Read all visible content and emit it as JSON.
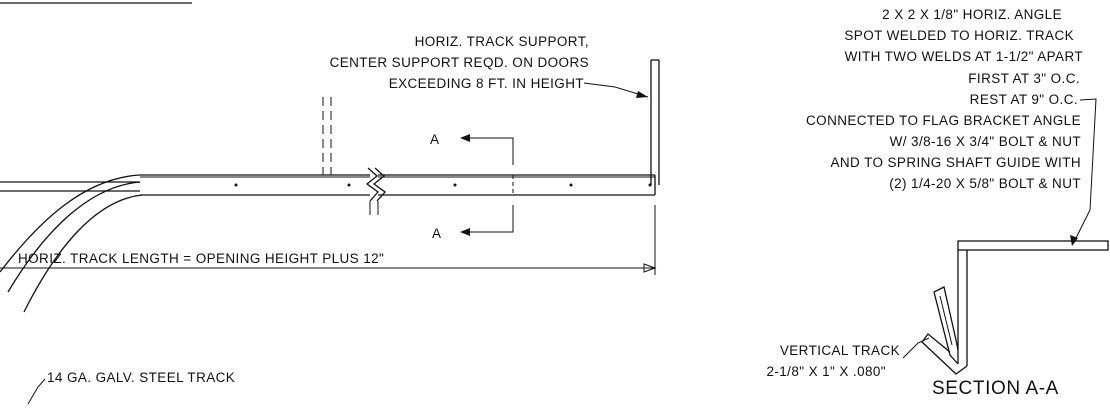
{
  "support_note": {
    "line1": "HORIZ. TRACK SUPPORT,",
    "line2": "CENTER SUPPORT REQD. ON DOORS",
    "line3": "EXCEEDING 8 FT. IN HEIGHT"
  },
  "angle_note": {
    "line1": "2 X 2 X 1/8\" HORIZ. ANGLE",
    "line2": "SPOT WELDED TO HORIZ. TRACK",
    "line3": "WITH TWO WELDS AT 1-1/2\" APART",
    "line4": "FIRST AT 3\" O.C.",
    "line5": "REST AT 9\" O.C.",
    "line6": "CONNECTED TO FLAG BRACKET ANGLE",
    "line7": "W/ 3/8-16 X 3/4\" BOLT & NUT",
    "line8": "AND TO SPRING SHAFT GUIDE WITH",
    "line9": "(2) 1/4-20 X 5/8\" BOLT & NUT"
  },
  "section_marks": {
    "top": "A",
    "bottom": "A"
  },
  "length_note": "HORIZ. TRACK LENGTH = OPENING HEIGHT PLUS 12\"",
  "vertical_track_note": {
    "line1": "VERTICAL TRACK",
    "line2": "2-1/8\" X 1\" X .080\""
  },
  "steel_track_note": "14 GA. GALV. STEEL TRACK",
  "section_title": "SECTION A-A"
}
